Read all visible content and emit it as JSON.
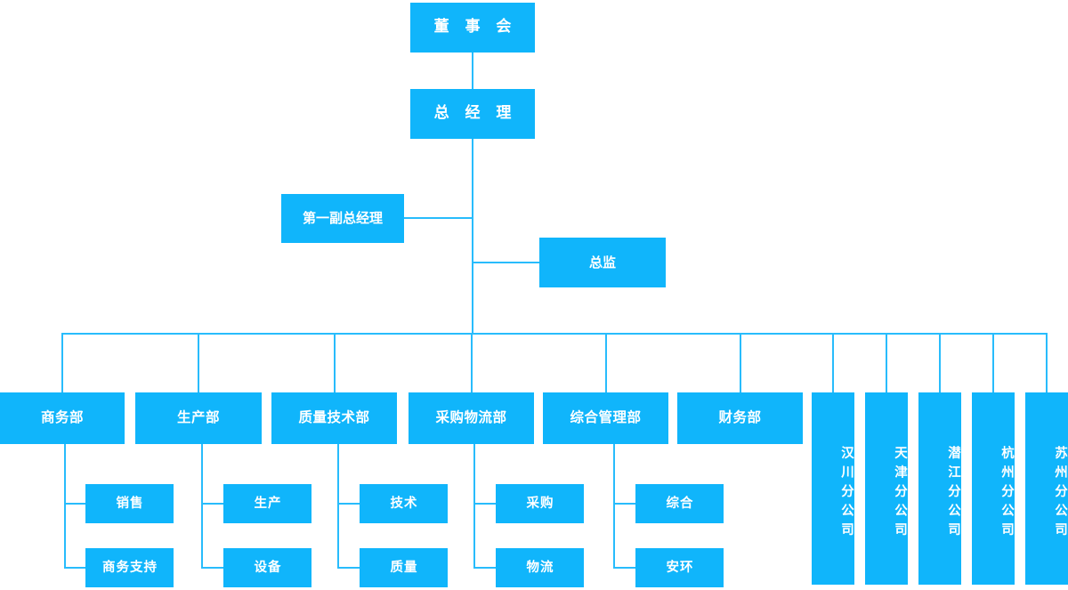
{
  "chart": {
    "type": "org-chart",
    "title": "",
    "colors": {
      "node_fill": "#10b5fb",
      "node_text": "#ffffff",
      "connector": "#28bcfc",
      "background": "#ffffff"
    },
    "levels": {
      "board": {
        "label": "董 事 会"
      },
      "general_manager": {
        "label": "总 经 理"
      },
      "first_deputy_gm": {
        "label": "第一副总经理"
      },
      "director": {
        "label": "总监"
      }
    },
    "departments": [
      {
        "label": "商务部",
        "children": [
          {
            "label": "销售"
          },
          {
            "label": "商务支持"
          }
        ]
      },
      {
        "label": "生产部",
        "children": [
          {
            "label": "生产"
          },
          {
            "label": "设备"
          }
        ]
      },
      {
        "label": "质量技术部",
        "children": [
          {
            "label": "技术"
          },
          {
            "label": "质量"
          }
        ]
      },
      {
        "label": "采购物流部",
        "children": [
          {
            "label": "采购"
          },
          {
            "label": "物流"
          }
        ]
      },
      {
        "label": "综合管理部",
        "children": [
          {
            "label": "综合"
          },
          {
            "label": "安环"
          }
        ]
      },
      {
        "label": "财务部",
        "children": []
      }
    ],
    "branches": [
      {
        "label": "汉川分公司"
      },
      {
        "label": "天津分公司"
      },
      {
        "label": "潜江分公司"
      },
      {
        "label": "杭州分公司"
      },
      {
        "label": "苏州分公司"
      }
    ]
  }
}
